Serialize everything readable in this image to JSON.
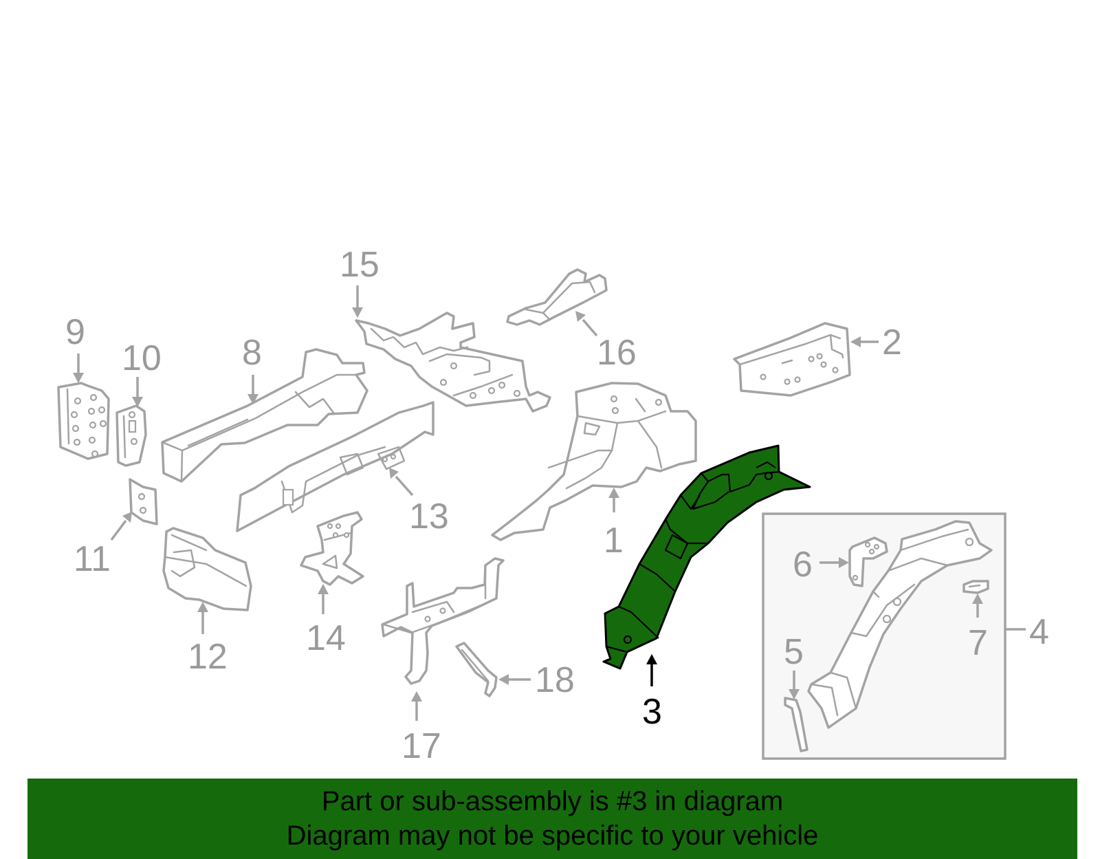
{
  "callouts": {
    "c1": "1",
    "c2": "2",
    "c3": "3",
    "c4": "4",
    "c5": "5",
    "c6": "6",
    "c7": "7",
    "c8": "8",
    "c9": "9",
    "c10": "10",
    "c11": "11",
    "c12": "12",
    "c13": "13",
    "c14": "14",
    "c15": "15",
    "c16": "16",
    "c17": "17",
    "c18": "18"
  },
  "highlight": {
    "part_number": "3",
    "color": "#156b0c"
  },
  "banner": {
    "line1": "Part or sub-assembly is #3 in diagram",
    "line2": "Diagram may not be specific to your vehicle",
    "background": "#156b0c"
  }
}
